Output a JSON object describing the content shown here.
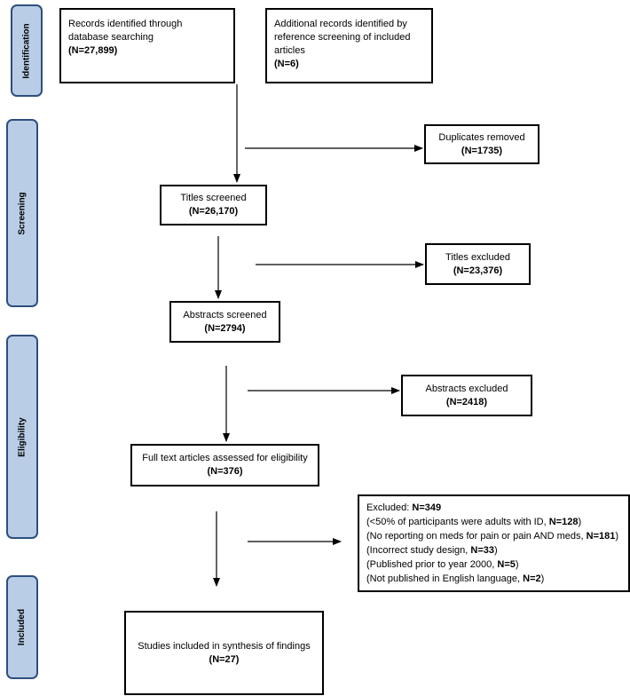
{
  "colors": {
    "stage_fill": "#b9cde6",
    "stage_border": "#2e4f7f",
    "box_border": "#000000",
    "arrow": "#000000"
  },
  "stages": {
    "identification": "Identification",
    "screening": "Screening",
    "eligibility": "Eligibility",
    "included": "Included"
  },
  "boxes": {
    "database_records": {
      "line1": "Records identified through",
      "line2": "database searching",
      "count": "(N=27,899)"
    },
    "additional_records": {
      "line1": "Additional records identified by",
      "line2": "reference screening of included",
      "line3": "articles",
      "count": "(N=6)"
    },
    "duplicates_removed": {
      "label": "Duplicates removed",
      "count": "(N=1735)"
    },
    "titles_screened": {
      "label": "Titles screened",
      "count": "(N=26,170)"
    },
    "titles_excluded": {
      "label": "Titles excluded",
      "count": "(N=23,376)"
    },
    "abstracts_screened": {
      "label": "Abstracts screened",
      "count": "(N=2794)"
    },
    "abstracts_excluded": {
      "label": "Abstracts excluded",
      "count": "(N=2418)"
    },
    "full_text": {
      "label": "Full text articles assessed for eligibility",
      "count": "(N=376)"
    },
    "excluded": {
      "title_prefix": "Excluded: ",
      "title_count": "N=349",
      "reasons": [
        {
          "text": "(<50% of participants were adults with ID, ",
          "count": "N=128",
          "close": ")"
        },
        {
          "text": "(No reporting on meds for pain or pain AND meds, ",
          "count": "N=181",
          "close": ")"
        },
        {
          "text": "(Incorrect study design, ",
          "count": "N=33",
          "close": ")"
        },
        {
          "text": "(Published prior to year 2000, ",
          "count": "N=5",
          "close": ")"
        },
        {
          "text": "(Not published in English language, ",
          "count": "N=2",
          "close": ")"
        }
      ]
    },
    "included_studies": {
      "label": "Studies included in synthesis of findings",
      "count": "(N=27)"
    }
  }
}
